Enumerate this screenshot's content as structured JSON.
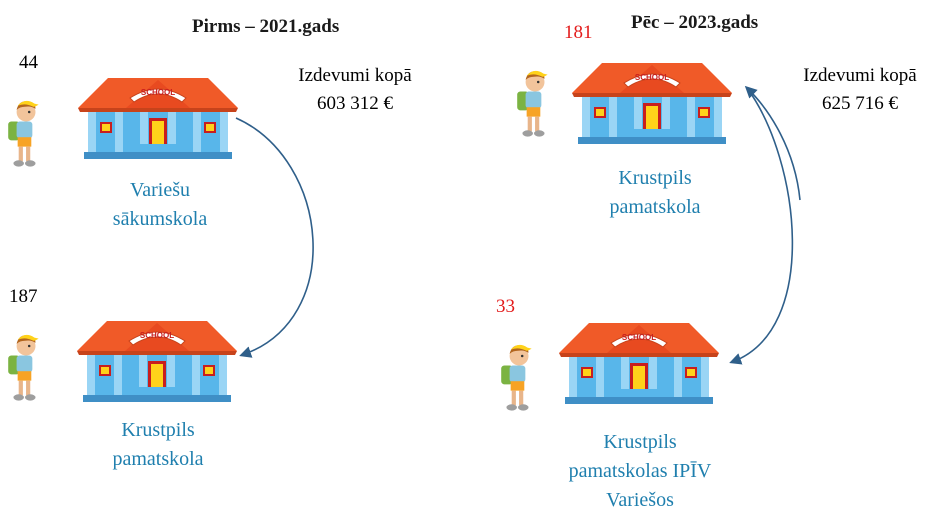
{
  "left": {
    "title": "Pirms – 2021.gads",
    "school_top": {
      "count": "44",
      "name_line1": "Variešu",
      "name_line2": "sākumskola"
    },
    "school_bottom": {
      "count": "187",
      "name_line1": "Krustpils",
      "name_line2": "pamatskola"
    },
    "cost_label": "Izdevumi kopā",
    "cost_value": "603 312 €"
  },
  "right": {
    "title": "Pēc – 2023.gads",
    "school_top": {
      "count": "181",
      "name_line1": "Krustpils",
      "name_line2": "pamatskola"
    },
    "school_bottom": {
      "count": "33",
      "name_line1": "Krustpils",
      "name_line2": "pamatskolas IPĪV",
      "name_line3": "Variešos"
    },
    "cost_label": "Izdevumi kopā",
    "cost_value": "625 716 €"
  },
  "icons": {
    "school": "school-building-icon",
    "student": "student-backpack-icon",
    "arrow": "curved-arrow"
  },
  "colors": {
    "label_blue": "#1f7fae",
    "count_red": "#e31b1b",
    "roof": "#f05a28",
    "wall": "#58b6ea",
    "arrow": "#2f5f8a"
  },
  "sign_text": "SCHOOL"
}
